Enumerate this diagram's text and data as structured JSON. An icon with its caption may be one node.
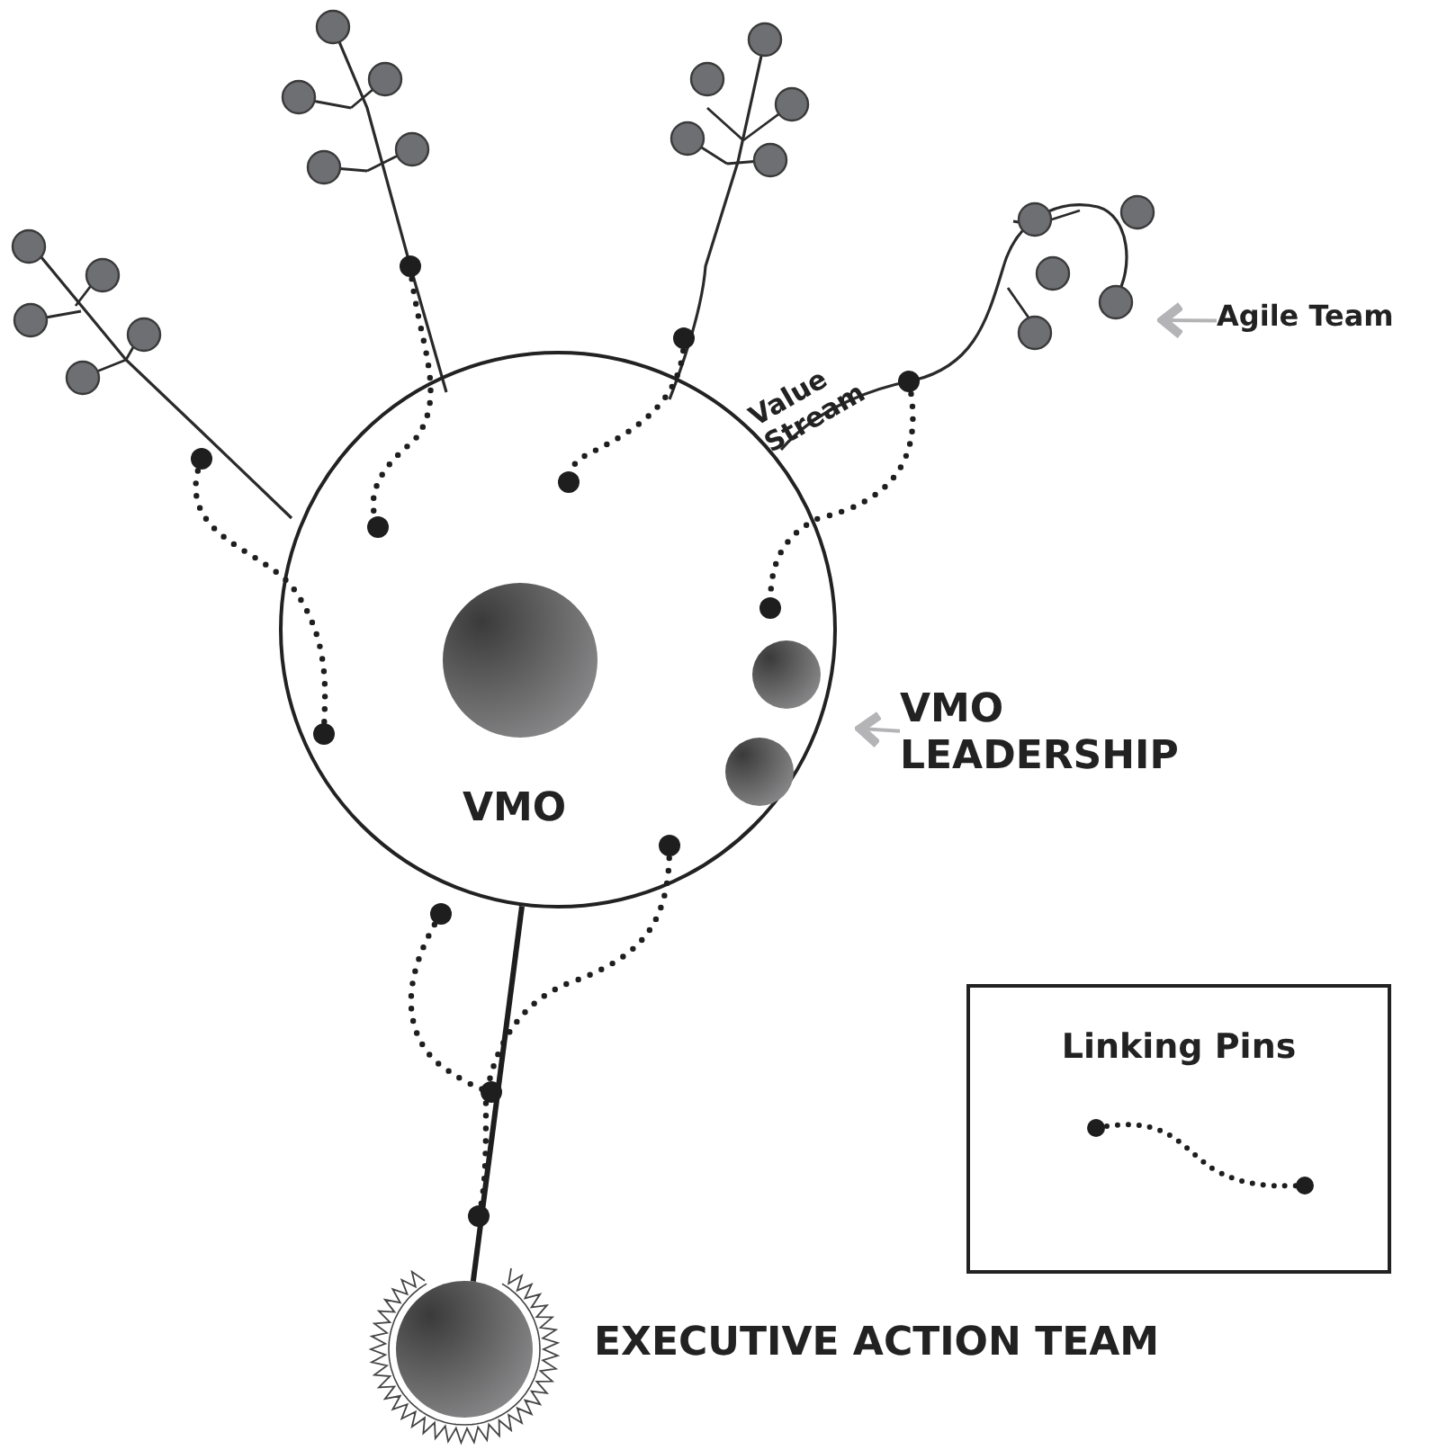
{
  "diagram": {
    "nodes": [
      {
        "text": [
          "Agile Team"
        ]
      },
      {
        "text": [
          "VMO"
        ]
      },
      {
        "text": [],
        "shape": "circle",
        "in": 1
      },
      {
        "text": [],
        "shape": "circle",
        "in": 1
      },
      {
        "text": [],
        "shape": "circle",
        "in": 1
      },
      {
        "text": [
          "VMO LEADERSHIP"
        ]
      },
      {
        "text": [],
        "shape": "circle",
        "beside": [
          "EXECUTIVE ACTION TEAM"
        ]
      }
    ],
    "edges": [
      {
        "from": 0,
        "to": null,
        "arrow": "to"
      },
      {
        "from": 5,
        "to": null,
        "arrow": "to"
      },
      {
        "from": 6,
        "to": 1,
        "arrow": "none",
        "color": "#1e1e1e"
      }
    ],
    "labels": [
      "Value Stream"
    ],
    "legend": [
      {
        "text": "Linking Pins"
      }
    ]
  }
}
